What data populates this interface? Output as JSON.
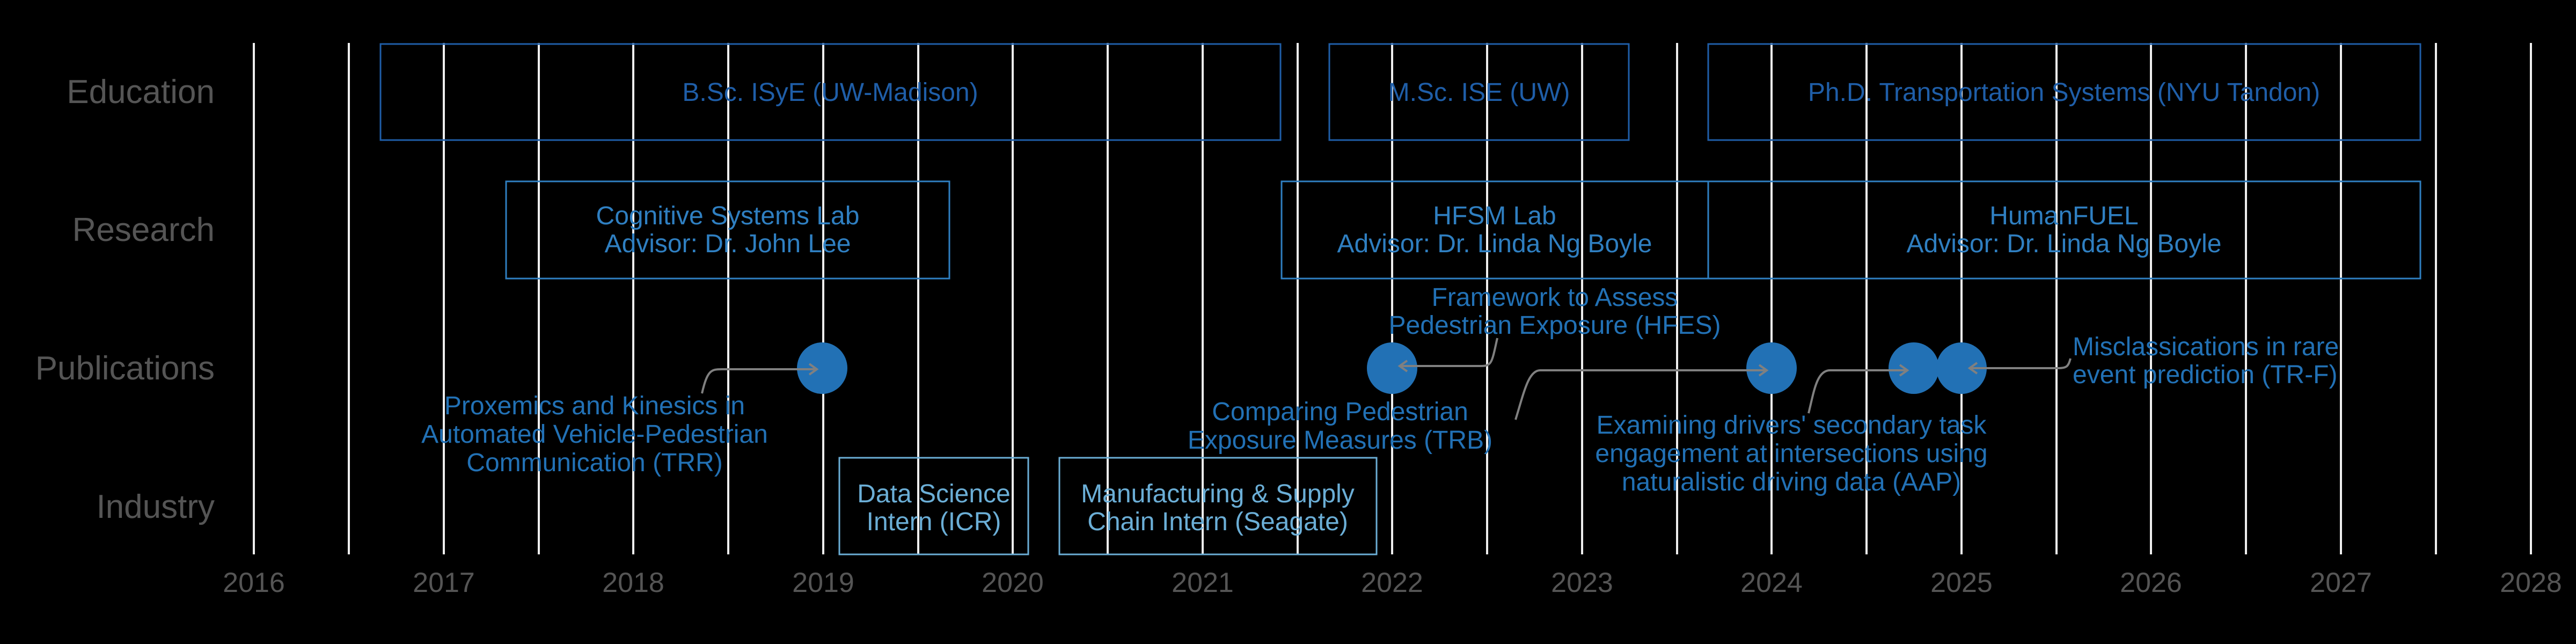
{
  "colors": {
    "background": "#000000",
    "grid": "#eeeeee",
    "axis_text": "#555555",
    "education": "#1f5ea8",
    "research": "#2f7fc1",
    "industry": "#6baed6",
    "publication": "#2271b5",
    "connector": "#808080"
  },
  "chart_data": {
    "type": "timeline",
    "title": "",
    "xlabel": "",
    "ylabel": "",
    "xlim": [
      2016,
      2028
    ],
    "grid": "vertical lines every 0.5 year",
    "x_ticks": [
      "2016",
      "2017",
      "2018",
      "2019",
      "2020",
      "2021",
      "2022",
      "2023",
      "2024",
      "2025",
      "2026",
      "2027",
      "2028"
    ],
    "categories": [
      "Education",
      "Research",
      "Publications",
      "Industry"
    ],
    "education": [
      {
        "label": "B.Sc. ISyE (UW-Madison)",
        "start": 2016.67,
        "end": 2021.41
      },
      {
        "label": "M.Sc. ISE (UW)",
        "start": 2021.67,
        "end": 2023.25
      },
      {
        "label": "Ph.D. Transportation Systems (NYU Tandon)",
        "start": 2023.66,
        "end": 2027.42
      }
    ],
    "research": [
      {
        "label": "Cognitive Systems Lab",
        "sublabel": "Advisor: Dr. John Lee",
        "start": 2017.33,
        "end": 2019.67
      },
      {
        "label": "HFSM Lab",
        "sublabel": "Advisor: Dr. Linda Ng Boyle",
        "start": 2021.41,
        "end": 2023.66
      },
      {
        "label": "HumanFUEL",
        "sublabel": "Advisor: Dr. Linda Ng Boyle",
        "start": 2023.66,
        "end": 2027.42
      }
    ],
    "industry": [
      {
        "label": "Data Science",
        "sublabel": "Intern (ICR)",
        "start": 2019.09,
        "end": 2020.08
      },
      {
        "label": "Manufacturing & Supply",
        "sublabel": "Chain Intern (Seagate)",
        "start": 2020.24,
        "end": 2021.92
      }
    ],
    "publications": [
      {
        "date": 2019.0,
        "lines": [
          "Proxemics and Kinesics in",
          "Automated Vehicle-Pedestrian",
          "Communication (TRR)"
        ]
      },
      {
        "date": 2022.0,
        "lines": [
          "Framework to Assess",
          "Pedestrian Exposure (HFES)"
        ]
      },
      {
        "date": 2024.0,
        "lines": [
          "Comparing Pedestrian",
          "Exposure Measures (TRB)"
        ]
      },
      {
        "date": 2024.75,
        "lines": [
          "Examining drivers' secondary task",
          "engagement at intersections using",
          "naturalistic driving data (AAP)"
        ]
      },
      {
        "date": 2025.0,
        "lines": [
          "Misclassications in rare",
          "event prediction (TR-F)"
        ]
      }
    ]
  },
  "labels": {
    "rows": [
      "Education",
      "Research",
      "Publications",
      "Industry"
    ],
    "years": [
      "2016",
      "2017",
      "2018",
      "2019",
      "2020",
      "2021",
      "2022",
      "2023",
      "2024",
      "2025",
      "2026",
      "2027",
      "2028"
    ],
    "edu": [
      "B.Sc. ISyE (UW-Madison)",
      "M.Sc. ISE (UW)",
      "Ph.D. Transportation Systems (NYU Tandon)"
    ],
    "res": [
      [
        "Cognitive Systems Lab",
        "Advisor: Dr. John Lee"
      ],
      [
        "HFSM Lab",
        "Advisor: Dr. Linda Ng Boyle"
      ],
      [
        "HumanFUEL",
        "Advisor: Dr. Linda Ng Boyle"
      ]
    ],
    "ind": [
      [
        "Data Science",
        "Intern (ICR)"
      ],
      [
        "Manufacturing & Supply",
        "Chain Intern (Seagate)"
      ]
    ],
    "pubs": [
      [
        "Proxemics and Kinesics in",
        "Automated Vehicle-Pedestrian",
        "Communication (TRR)"
      ],
      [
        "Framework to Assess",
        "Pedestrian Exposure (HFES)"
      ],
      [
        "Comparing Pedestrian",
        "Exposure Measures (TRB)"
      ],
      [
        "Examining drivers' secondary task",
        "engagement at intersections using",
        "naturalistic driving data (AAP)"
      ],
      [
        "Misclassications in rare",
        "event prediction (TR-F)"
      ]
    ]
  }
}
